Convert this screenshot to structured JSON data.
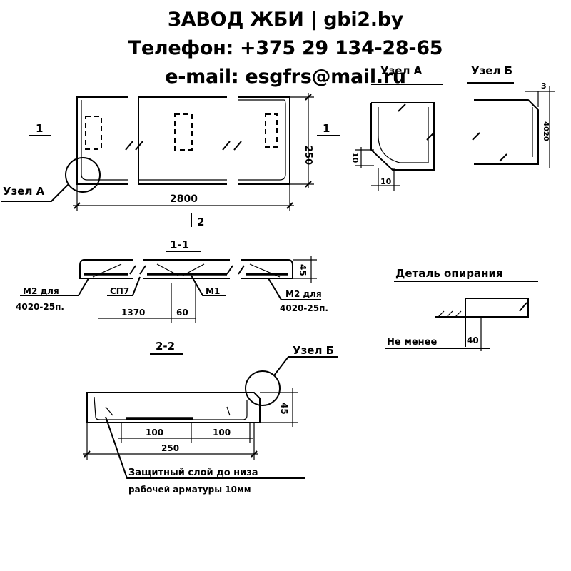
{
  "header": {
    "line1": "ЗАВОД ЖБИ | gbi2.by",
    "line2": "Телефон: +375 29 134-28-65",
    "line3": "e-mail: esgfrs@mail.ru"
  },
  "plan": {
    "section_mark_left": "1",
    "section_mark_right": "1",
    "width_dim": "250",
    "length_dim": "2800",
    "node_a_callout": "Узел А",
    "section_2_mark": "2"
  },
  "node_a": {
    "title": "Узел А",
    "dim_vertical": "10",
    "dim_horizontal": "10"
  },
  "node_b": {
    "title": "Узел Б",
    "dim_top": "3",
    "dim_side": "4020"
  },
  "section_1_1": {
    "title": "1-1",
    "height_dim": "45",
    "label_m2_left": "М2 для",
    "label_m2_left_2": "4020-25п.",
    "label_sp7": "СП7",
    "label_m1": "М1",
    "label_m2_right": "М2 для",
    "label_m2_right_2": "4020-25п.",
    "dim_1370": "1370",
    "dim_60": "60"
  },
  "support_detail": {
    "title": "Деталь опирания",
    "not_less_than": "Не менее",
    "dim": "40"
  },
  "section_2_2": {
    "title": "2-2",
    "node_b_callout": "Узел Б",
    "height_dim": "45",
    "dim_left": "100",
    "dim_right": "100",
    "dim_total": "250",
    "note_line1": "Защитный слой до низа",
    "note_line2": "рабочей арматуры 10мм"
  }
}
